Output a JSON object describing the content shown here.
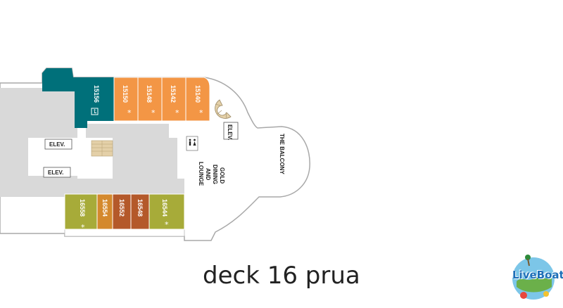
{
  "colors": {
    "hull_gray": "#d9d9d9",
    "hull_outline": "#a8a8a8",
    "walkway": "#ffffff",
    "teal_suite": "#00707a",
    "orange_cabin": "#f39645",
    "olive_cabin": "#a7ab39",
    "amber_cabin": "#d4892d",
    "brown_cabin": "#b4592a",
    "stair_tan": "#e4d0a8"
  },
  "cabins_top": [
    {
      "number": "15156",
      "color": "teal",
      "marker": "accessible"
    },
    {
      "number": "15150",
      "color": "orange",
      "marker": "*"
    },
    {
      "number": "15148",
      "color": "orange",
      "marker": "*"
    },
    {
      "number": "15142",
      "color": "orange",
      "marker": "*"
    },
    {
      "number": "15140",
      "color": "orange",
      "marker": "*"
    }
  ],
  "cabins_bottom": [
    {
      "number": "16558",
      "color": "olive",
      "marker": "*"
    },
    {
      "number": "16554",
      "color": "amber",
      "marker": ""
    },
    {
      "number": "16552",
      "color": "brown",
      "marker": ""
    },
    {
      "number": "16548",
      "color": "brown",
      "marker": ""
    },
    {
      "number": "16544",
      "color": "olive",
      "marker": "*"
    }
  ],
  "labels": {
    "elev_upper": "ELEV.",
    "elev_lower": "ELEV.",
    "elev_forward": "ELEV.",
    "dining_line1": "GOLD",
    "dining_line2": "DINING",
    "dining_line3": "AND",
    "dining_line4": "LOUNGE",
    "balcony": "THE BALCONY"
  },
  "icons": {
    "restroom": "restroom-icon",
    "stairs": "spiral-staircase-icon",
    "accessible": "accessible-cabin-icon"
  },
  "caption": "deck 16 prua",
  "logo": {
    "text": "LiveBoat.it"
  }
}
